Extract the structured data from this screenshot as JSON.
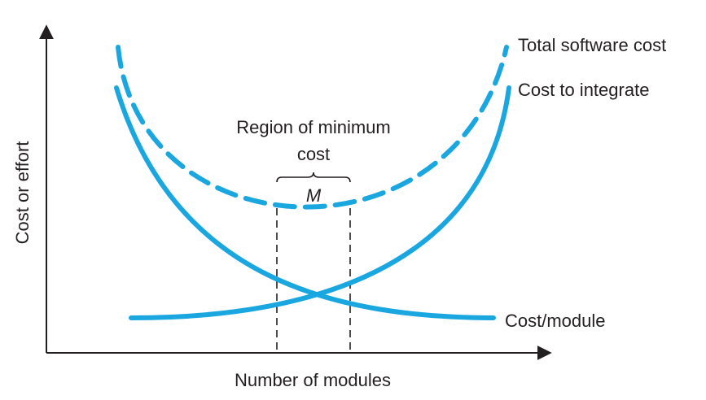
{
  "axes": {
    "x_label": "Number of modules",
    "y_label": "Cost or effort"
  },
  "curves": {
    "total": {
      "label": "Total software cost",
      "style": "dashed"
    },
    "integrate": {
      "label": "Cost to integrate",
      "style": "solid"
    },
    "module": {
      "label": "Cost/module",
      "style": "solid"
    }
  },
  "region": {
    "title_line1": "Region of minimum",
    "title_line2": "cost",
    "marker": "M"
  },
  "colors": {
    "curve": "#1aa7e0",
    "ink": "#231f20"
  }
}
